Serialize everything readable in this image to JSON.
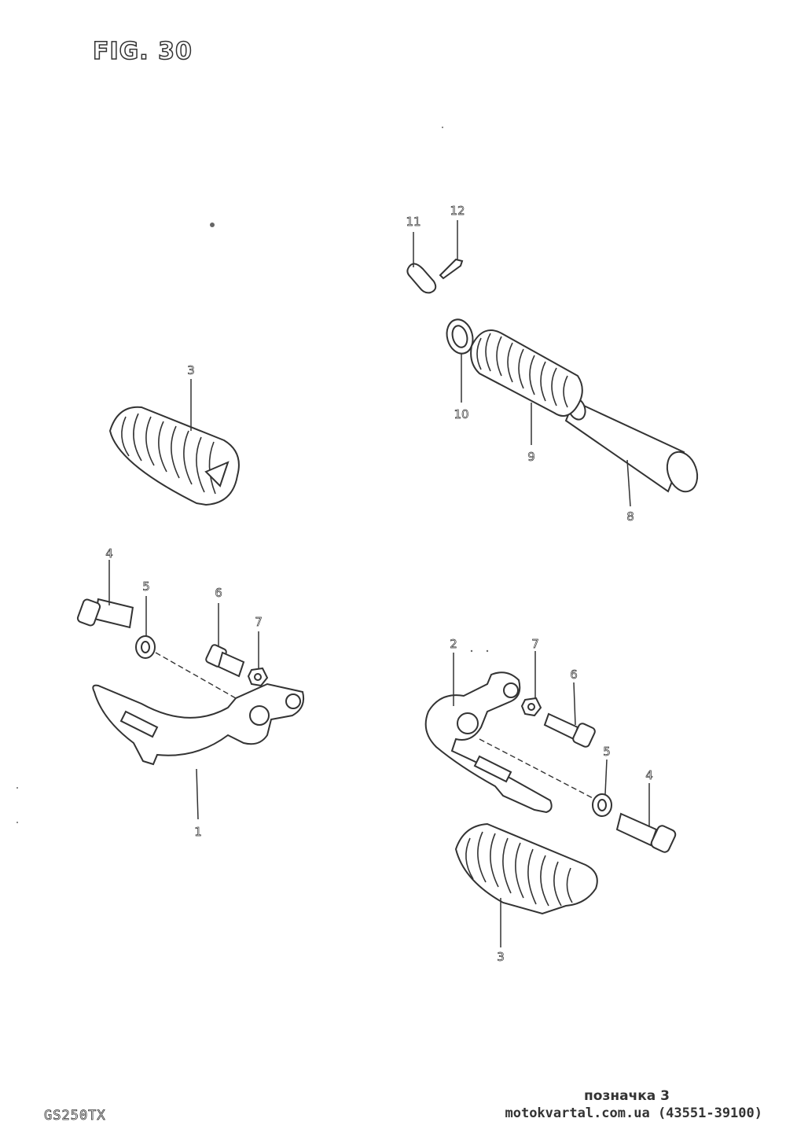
{
  "figure": {
    "title": "FIG. 30",
    "model_code": "GS250TX"
  },
  "caption": {
    "mark": "позначка 3",
    "site": "motokvartal.com.ua (43551-39100)"
  },
  "callouts": [
    "1",
    "2",
    "3",
    "3",
    "4",
    "4",
    "5",
    "5",
    "6",
    "6",
    "7",
    "7",
    "8",
    "9",
    "10",
    "11",
    "12"
  ],
  "colors": {
    "ink": "#333333",
    "paper": "#ffffff"
  }
}
